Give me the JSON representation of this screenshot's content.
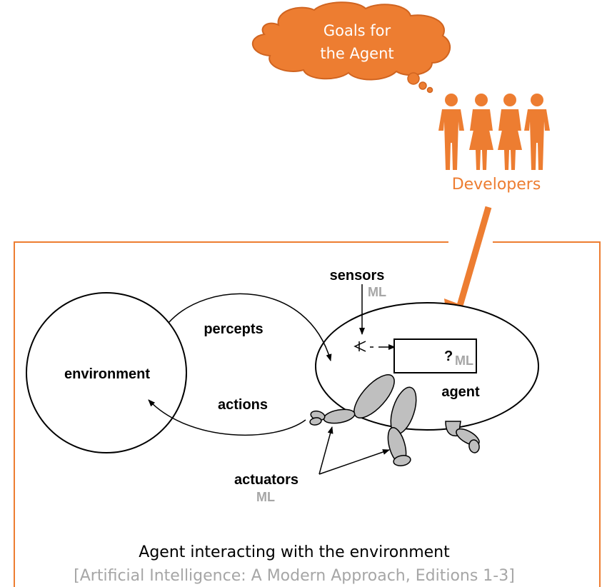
{
  "colors": {
    "accent": "#ED7D31",
    "frame": "#ED7D31",
    "ml": "#A6A6A6",
    "limb_fill": "#BFBFBF"
  },
  "goals_cloud": {
    "line1": "Goals for",
    "line2": "the Agent"
  },
  "developers": {
    "label": "Developers",
    "icon": "people-icon"
  },
  "diagram": {
    "environment": "environment",
    "percepts": "percepts",
    "actions": "actions",
    "sensors": "sensors",
    "sensors_ml": "ML",
    "agent": "agent",
    "agent_box_question": "?",
    "agent_box_ml": "ML",
    "actuators": "actuators",
    "actuators_ml": "ML"
  },
  "caption": {
    "title": "Agent interacting with the environment",
    "citation": "[Artificial Intelligence: A Modern Approach, Editions 1-3]"
  }
}
